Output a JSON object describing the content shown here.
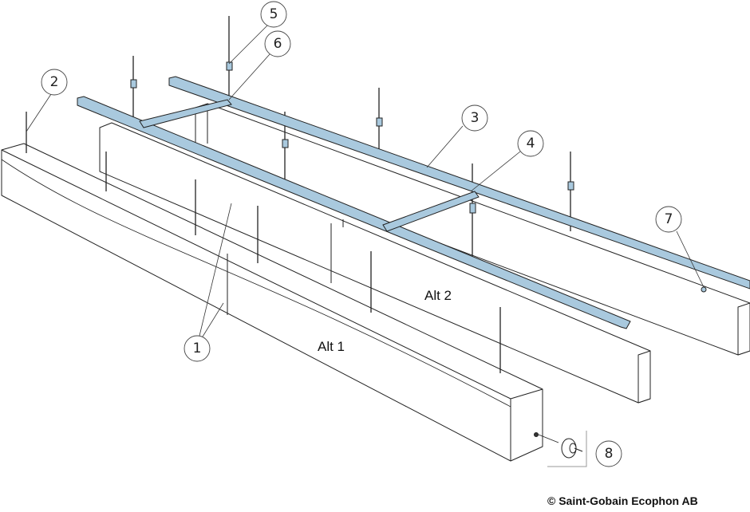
{
  "labels": {
    "alt1": "Alt 1",
    "alt2": "Alt 2"
  },
  "callouts": [
    "1",
    "2",
    "3",
    "4",
    "5",
    "6",
    "7",
    "8"
  ],
  "copyright": "© Saint-Gobain Ecophon AB",
  "colors": {
    "rail": "#a9c9de",
    "line": "#222222",
    "board": "#ffffff"
  }
}
